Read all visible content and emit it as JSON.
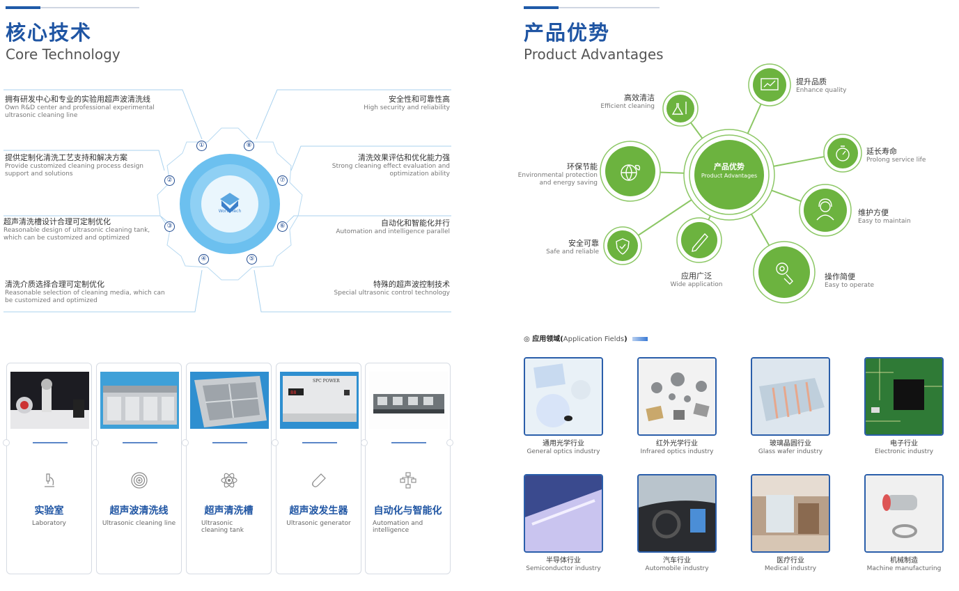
{
  "left": {
    "title_cn": "核心技术",
    "title_en": "Core Technology",
    "logo_text": "World Tech",
    "features": [
      {
        "num": "①",
        "cn": "拥有研发中心和专业的实验用超声波清洗线",
        "en1": "Own R&D center and professional experimental",
        "en2": "ultrasonic cleaning line"
      },
      {
        "num": "②",
        "cn": "提供定制化清洗工艺支持和解决方案",
        "en1": "Provide customized cleaning process design",
        "en2": "support and solutions"
      },
      {
        "num": "③",
        "cn": "超声清洗槽设计合理可定制优化",
        "en1": "Reasonable design of ultrasonic cleaning tank,",
        "en2": "which can be customized and optimized"
      },
      {
        "num": "④",
        "cn": "清洗介质选择合理可定制优化",
        "en1": "Reasonable selection of cleaning media, which can",
        "en2": "be customized and optimized"
      },
      {
        "num": "⑤",
        "cn": "特殊的超声波控制技术",
        "en1": "Special ultrasonic control technology",
        "en2": ""
      },
      {
        "num": "⑥",
        "cn": "自动化和智能化并行",
        "en1": "Automation and intelligence parallel",
        "en2": ""
      },
      {
        "num": "⑦",
        "cn": "清洗效果评估和优化能力强",
        "en1": "Strong cleaning effect evaluation and",
        "en2": "optimization ability"
      },
      {
        "num": "⑧",
        "cn": "安全性和可靠性高",
        "en1": "High security and reliability",
        "en2": ""
      }
    ],
    "cards": [
      {
        "cn": "实验室",
        "en1": "Laboratory",
        "en2": "",
        "icon": "microscope-icon"
      },
      {
        "cn": "超声波清洗线",
        "en1": "Ultrasonic cleaning line",
        "en2": "",
        "icon": "ripple-icon"
      },
      {
        "cn": "超声清洗槽",
        "en1": "Ultrasonic",
        "en2": "cleaning tank",
        "icon": "atom-icon"
      },
      {
        "cn": "超声波发生器",
        "en1": "Ultrasonic generator",
        "en2": "",
        "icon": "magnet-icon"
      },
      {
        "cn": "自动化与智能化",
        "en1": "Automation and",
        "en2": "intelligence",
        "icon": "flowchart-icon"
      }
    ],
    "generator_label": "SPC POWER"
  },
  "right": {
    "title_cn": "产品优势",
    "title_en": "Product Advantages",
    "hub_cn": "产品优势",
    "hub_en": "Product Advantages",
    "advantages": [
      {
        "cn": "高效清洁",
        "en1": "Efficient cleaning",
        "en2": ""
      },
      {
        "cn": "提升品质",
        "en1": "Enhance quality",
        "en2": ""
      },
      {
        "cn": "环保节能",
        "en1": "Environmental protection",
        "en2": "and energy saving"
      },
      {
        "cn": "延长寿命",
        "en1": "Prolong service life",
        "en2": ""
      },
      {
        "cn": "维护方便",
        "en1": "Easy to maintain",
        "en2": ""
      },
      {
        "cn": "安全可靠",
        "en1": "Safe and reliable",
        "en2": ""
      },
      {
        "cn": "应用广泛",
        "en1": "Wide application",
        "en2": ""
      },
      {
        "cn": "操作简便",
        "en1": "Easy to operate",
        "en2": ""
      }
    ],
    "app_bullet": "◎",
    "app_title_cn": "应用领域(",
    "app_title_en": "Application Fields",
    "app_title_close": ")",
    "fields": [
      {
        "cn": "通用光学行业",
        "en": "General optics industry"
      },
      {
        "cn": "红外光学行业",
        "en": "Infrared optics industry"
      },
      {
        "cn": "玻璃晶圆行业",
        "en": "Glass wafer industry"
      },
      {
        "cn": "电子行业",
        "en": "Electronic industry"
      },
      {
        "cn": "半导体行业",
        "en": "Semiconductor industry"
      },
      {
        "cn": "汽车行业",
        "en": "Automobile industry"
      },
      {
        "cn": "医疗行业",
        "en": "Medical industry"
      },
      {
        "cn": "机械制造",
        "en": "Machine manufacturing"
      }
    ]
  },
  "colors": {
    "brand_blue": "#1f55a3",
    "advantage_green": "#6cb33f",
    "tech_blue": "#5bb7ec"
  }
}
